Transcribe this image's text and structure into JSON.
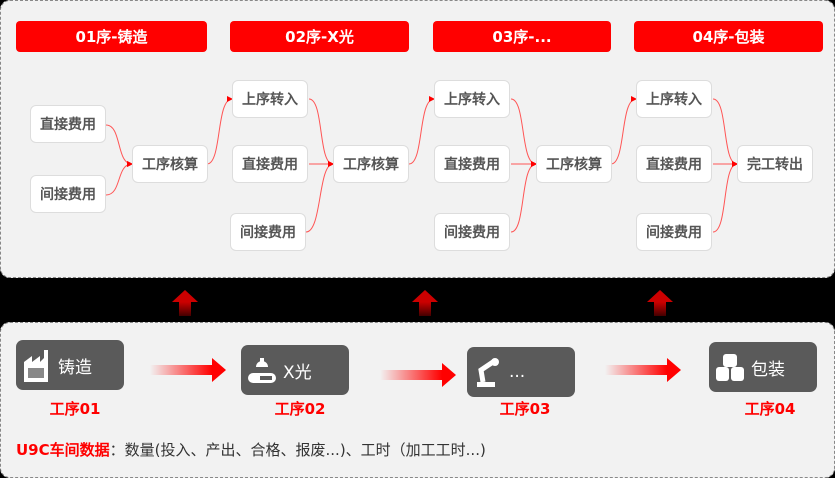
{
  "headers": [
    "01序-铸造",
    "02序-X光",
    "03序-...",
    "04序-包装"
  ],
  "nodes": {
    "direct": "直接费用",
    "indirect": "间接费用",
    "calc": "工序核算",
    "prev": "上序转入",
    "finish": "完工转出"
  },
  "processes": [
    {
      "name": "铸造",
      "label": "工序01",
      "icon": "factory-icon"
    },
    {
      "name": "X光",
      "label": "工序02",
      "icon": "xray-machine-icon"
    },
    {
      "name": "...",
      "label": "工序03",
      "icon": "robot-arm-icon"
    },
    {
      "name": "包装",
      "label": "工序04",
      "icon": "package-rolls-icon"
    }
  ],
  "footer": {
    "title": "U9C车间数据",
    "sep": "：",
    "text": "数量(投入、产出、合格、报废...)、工时（加工工时...)"
  },
  "colors": {
    "accent": "#ff0000",
    "box": "#5a5a5a"
  }
}
